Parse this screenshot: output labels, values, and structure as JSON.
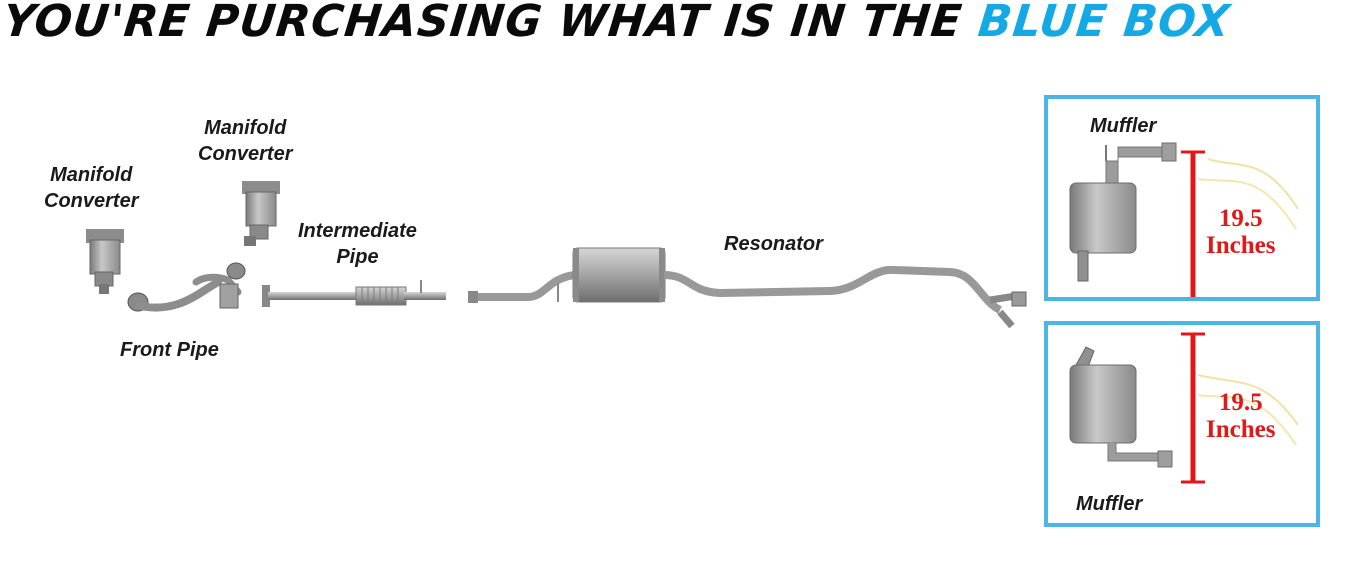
{
  "headline": {
    "prefix": "YOU'RE PURCHASING WHAT IS IN THE ",
    "highlight": "BLUE BOX"
  },
  "colors": {
    "highlight": "#14a9e4",
    "box_border": "#4bb6e6",
    "dimension": "#e01818",
    "pipe_metal": "#9a9a9a"
  },
  "parts": {
    "manifold_converter_1": [
      "Manifold",
      "Converter"
    ],
    "manifold_converter_2": [
      "Manifold",
      "Converter"
    ],
    "intermediate_pipe": [
      "Intermediate",
      "Pipe"
    ],
    "front_pipe": "Front Pipe",
    "resonator": "Resonator"
  },
  "included_box": {
    "muffler_top": {
      "label": "Muffler",
      "dimension": [
        "19.5",
        "Inches"
      ]
    },
    "muffler_bottom": {
      "label": "Muffler",
      "dimension": [
        "19.5",
        "Inches"
      ]
    }
  }
}
